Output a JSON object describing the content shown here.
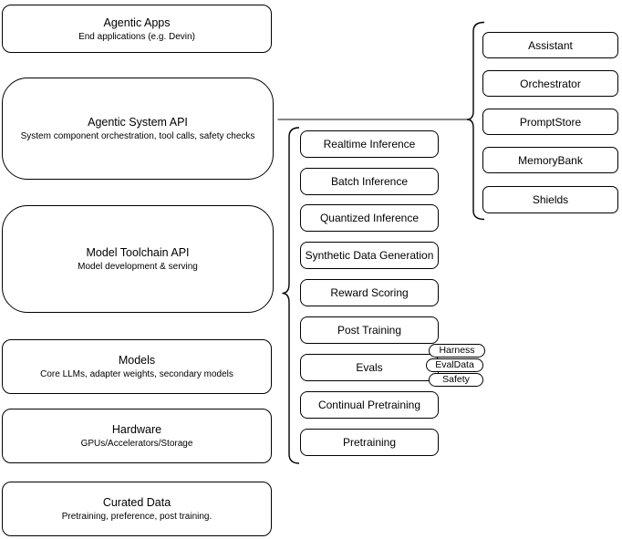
{
  "canvas": {
    "background": "#ffffff",
    "stroke_color": "#000000",
    "connector_color": "#5f5f5f"
  },
  "left_stack": {
    "items": [
      {
        "title": "Agentic Apps",
        "subtitle": "End applications (e.g. Devin)"
      },
      {
        "title": "Agentic System API",
        "subtitle": "System component orchestration, tool calls, safety checks"
      },
      {
        "title": "Model Toolchain API",
        "subtitle": "Model development & serving"
      },
      {
        "title": "Models",
        "subtitle": "Core LLMs, adapter weights, secondary models"
      },
      {
        "title": "Hardware",
        "subtitle": "GPUs/Accelerators/Storage"
      },
      {
        "title": "Curated Data",
        "subtitle": "Pretraining, preference, post training."
      }
    ]
  },
  "pipeline": {
    "items": [
      "Realtime Inference",
      "Batch Inference",
      "Quantized Inference",
      "Synthetic Data Generation",
      "Reward Scoring",
      "Post Training",
      "Evals",
      "Continual Pretraining",
      "Pretraining"
    ],
    "evals_tags": [
      "Harness",
      "EvalData",
      "Safety"
    ]
  },
  "system_components": {
    "items": [
      "Assistant",
      "Orchestrator",
      "PromptStore",
      "MemoryBank",
      "Shields"
    ]
  }
}
